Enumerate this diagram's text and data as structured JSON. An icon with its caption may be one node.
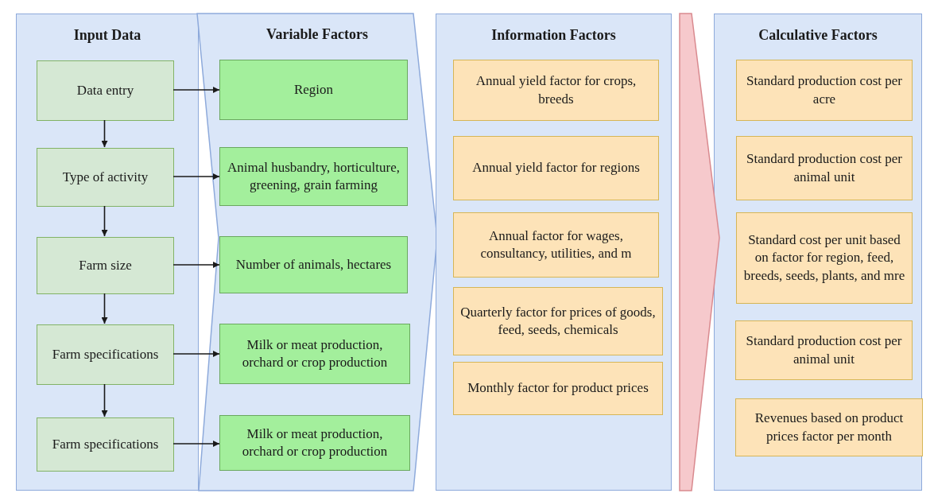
{
  "diagram": {
    "nodes": [
      {
        "text": [
          "Input Data"
        ]
      },
      {
        "text": [
          "Data entry"
        ],
        "in": 0
      },
      {
        "text": [
          "Type of activity"
        ],
        "in": 0
      },
      {
        "text": [
          "Farm size"
        ],
        "in": 0
      },
      {
        "text": [
          "Farm specifications"
        ],
        "in": 0
      },
      {
        "text": [
          "Farm specifications"
        ],
        "in": 0
      },
      {
        "text": [
          "Variable Factors"
        ]
      },
      {
        "text": [
          "Region"
        ],
        "in": 6
      },
      {
        "text": [
          "Animal husbandry, horticulture, greening, grain farming"
        ],
        "in": 6
      },
      {
        "text": [
          "Number of animals, hectares"
        ],
        "in": 6
      },
      {
        "text": [
          "Milk or meat production, orchard or crop production"
        ],
        "in": 6
      },
      {
        "text": [
          "Milk or meat production, orchard or crop production"
        ],
        "in": 6
      },
      {
        "text": [
          "Information Factors"
        ]
      },
      {
        "text": [
          "Annual yield factor for crops, breeds"
        ],
        "in": 12
      },
      {
        "text": [
          "Annual yield factor for regions"
        ],
        "in": 12
      },
      {
        "text": [
          "Annual factor for wages, consultancy, utilities, and m"
        ],
        "in": 12
      },
      {
        "text": [
          "Quarterly factor for prices of goods, feed, seeds, chemicals"
        ],
        "in": 12
      },
      {
        "text": [
          "Monthly factor for product prices"
        ],
        "in": 12
      },
      {
        "text": [
          "Calculative Factors"
        ]
      },
      {
        "text": [
          "Standard production cost per acre"
        ],
        "in": 18
      },
      {
        "text": [
          "Standard production cost per animal unit"
        ],
        "in": 18
      },
      {
        "text": [
          "Standard cost per unit based on factor for region, feed, breeds, seeds, plants, and mre"
        ],
        "in": 18
      },
      {
        "text": [
          "Standard production cost per animal unit"
        ],
        "in": 18
      },
      {
        "text": [
          "Revenues based on product prices factor per month"
        ],
        "in": 18
      }
    ],
    "edges": [
      {
        "from": 1,
        "to": 2,
        "arrow": "to"
      },
      {
        "from": 2,
        "to": 3,
        "arrow": "to"
      },
      {
        "from": 3,
        "to": 4,
        "arrow": "to"
      },
      {
        "from": 4,
        "to": 5,
        "arrow": "to"
      },
      {
        "from": 1,
        "to": 7,
        "arrow": "to"
      },
      {
        "from": 2,
        "to": 8,
        "arrow": "to"
      },
      {
        "from": 3,
        "to": 9,
        "arrow": "to"
      },
      {
        "from": 4,
        "to": 10,
        "arrow": "to"
      },
      {
        "from": 5,
        "to": 11,
        "arrow": "to"
      },
      {
        "from": 12,
        "to": 18,
        "arrow": "to",
        "style": "thick",
        "color": "#f6c9cc"
      }
    ]
  }
}
